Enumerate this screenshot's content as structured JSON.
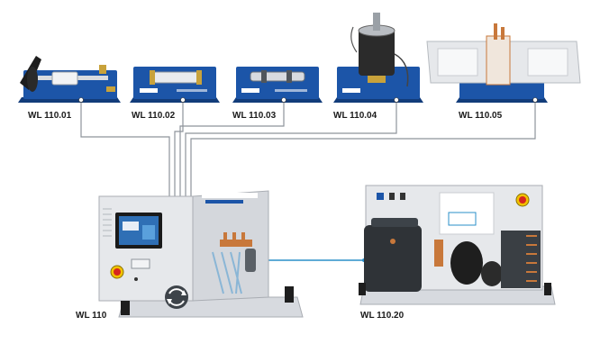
{
  "labels": {
    "m1": "WL 110.01",
    "m2": "WL 110.02",
    "m3": "WL 110.03",
    "m4": "WL 110.04",
    "m5": "WL 110.05",
    "base": "WL 110",
    "cooler": "WL 110.20"
  },
  "colors": {
    "panel_blue": "#1c55a8",
    "panel_blue_dark": "#123c7a",
    "frame_gray": "#c9ccd1",
    "frame_light": "#e6e8eb",
    "line_gray": "#8e949b",
    "link_blue": "#2a8fc9",
    "red": "#d7261e",
    "yellow": "#f2c200",
    "copper": "#c8783b"
  },
  "icons": {
    "cycle": "circular-arrows-icon"
  }
}
